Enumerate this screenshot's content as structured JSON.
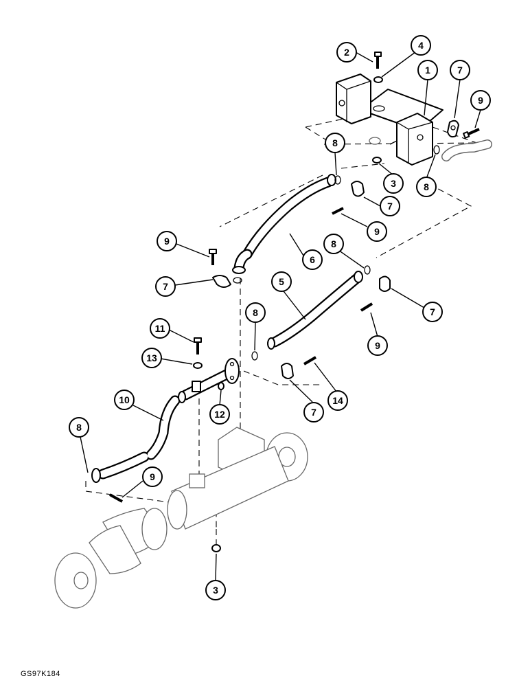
{
  "figure": {
    "reference_code": "GS97K184",
    "callouts": [
      {
        "id": "c1",
        "label": "1"
      },
      {
        "id": "c2",
        "label": "2"
      },
      {
        "id": "c4",
        "label": "4"
      },
      {
        "id": "c7a",
        "label": "7"
      },
      {
        "id": "c9a",
        "label": "9"
      },
      {
        "id": "c8a",
        "label": "8"
      },
      {
        "id": "c3a",
        "label": "3"
      },
      {
        "id": "c8b",
        "label": "8"
      },
      {
        "id": "c7b",
        "label": "7"
      },
      {
        "id": "c9b",
        "label": "9"
      },
      {
        "id": "c9c",
        "label": "9"
      },
      {
        "id": "c6",
        "label": "6"
      },
      {
        "id": "c8c",
        "label": "8"
      },
      {
        "id": "c7c",
        "label": "7"
      },
      {
        "id": "c5",
        "label": "5"
      },
      {
        "id": "c7d",
        "label": "7"
      },
      {
        "id": "c8d",
        "label": "8"
      },
      {
        "id": "c9d",
        "label": "9"
      },
      {
        "id": "c11",
        "label": "11"
      },
      {
        "id": "c13",
        "label": "13"
      },
      {
        "id": "c10",
        "label": "10"
      },
      {
        "id": "c12",
        "label": "12"
      },
      {
        "id": "c7e",
        "label": "7"
      },
      {
        "id": "c14",
        "label": "14"
      },
      {
        "id": "c8e",
        "label": "8"
      },
      {
        "id": "c9e",
        "label": "9"
      },
      {
        "id": "c3b",
        "label": "3"
      }
    ]
  }
}
